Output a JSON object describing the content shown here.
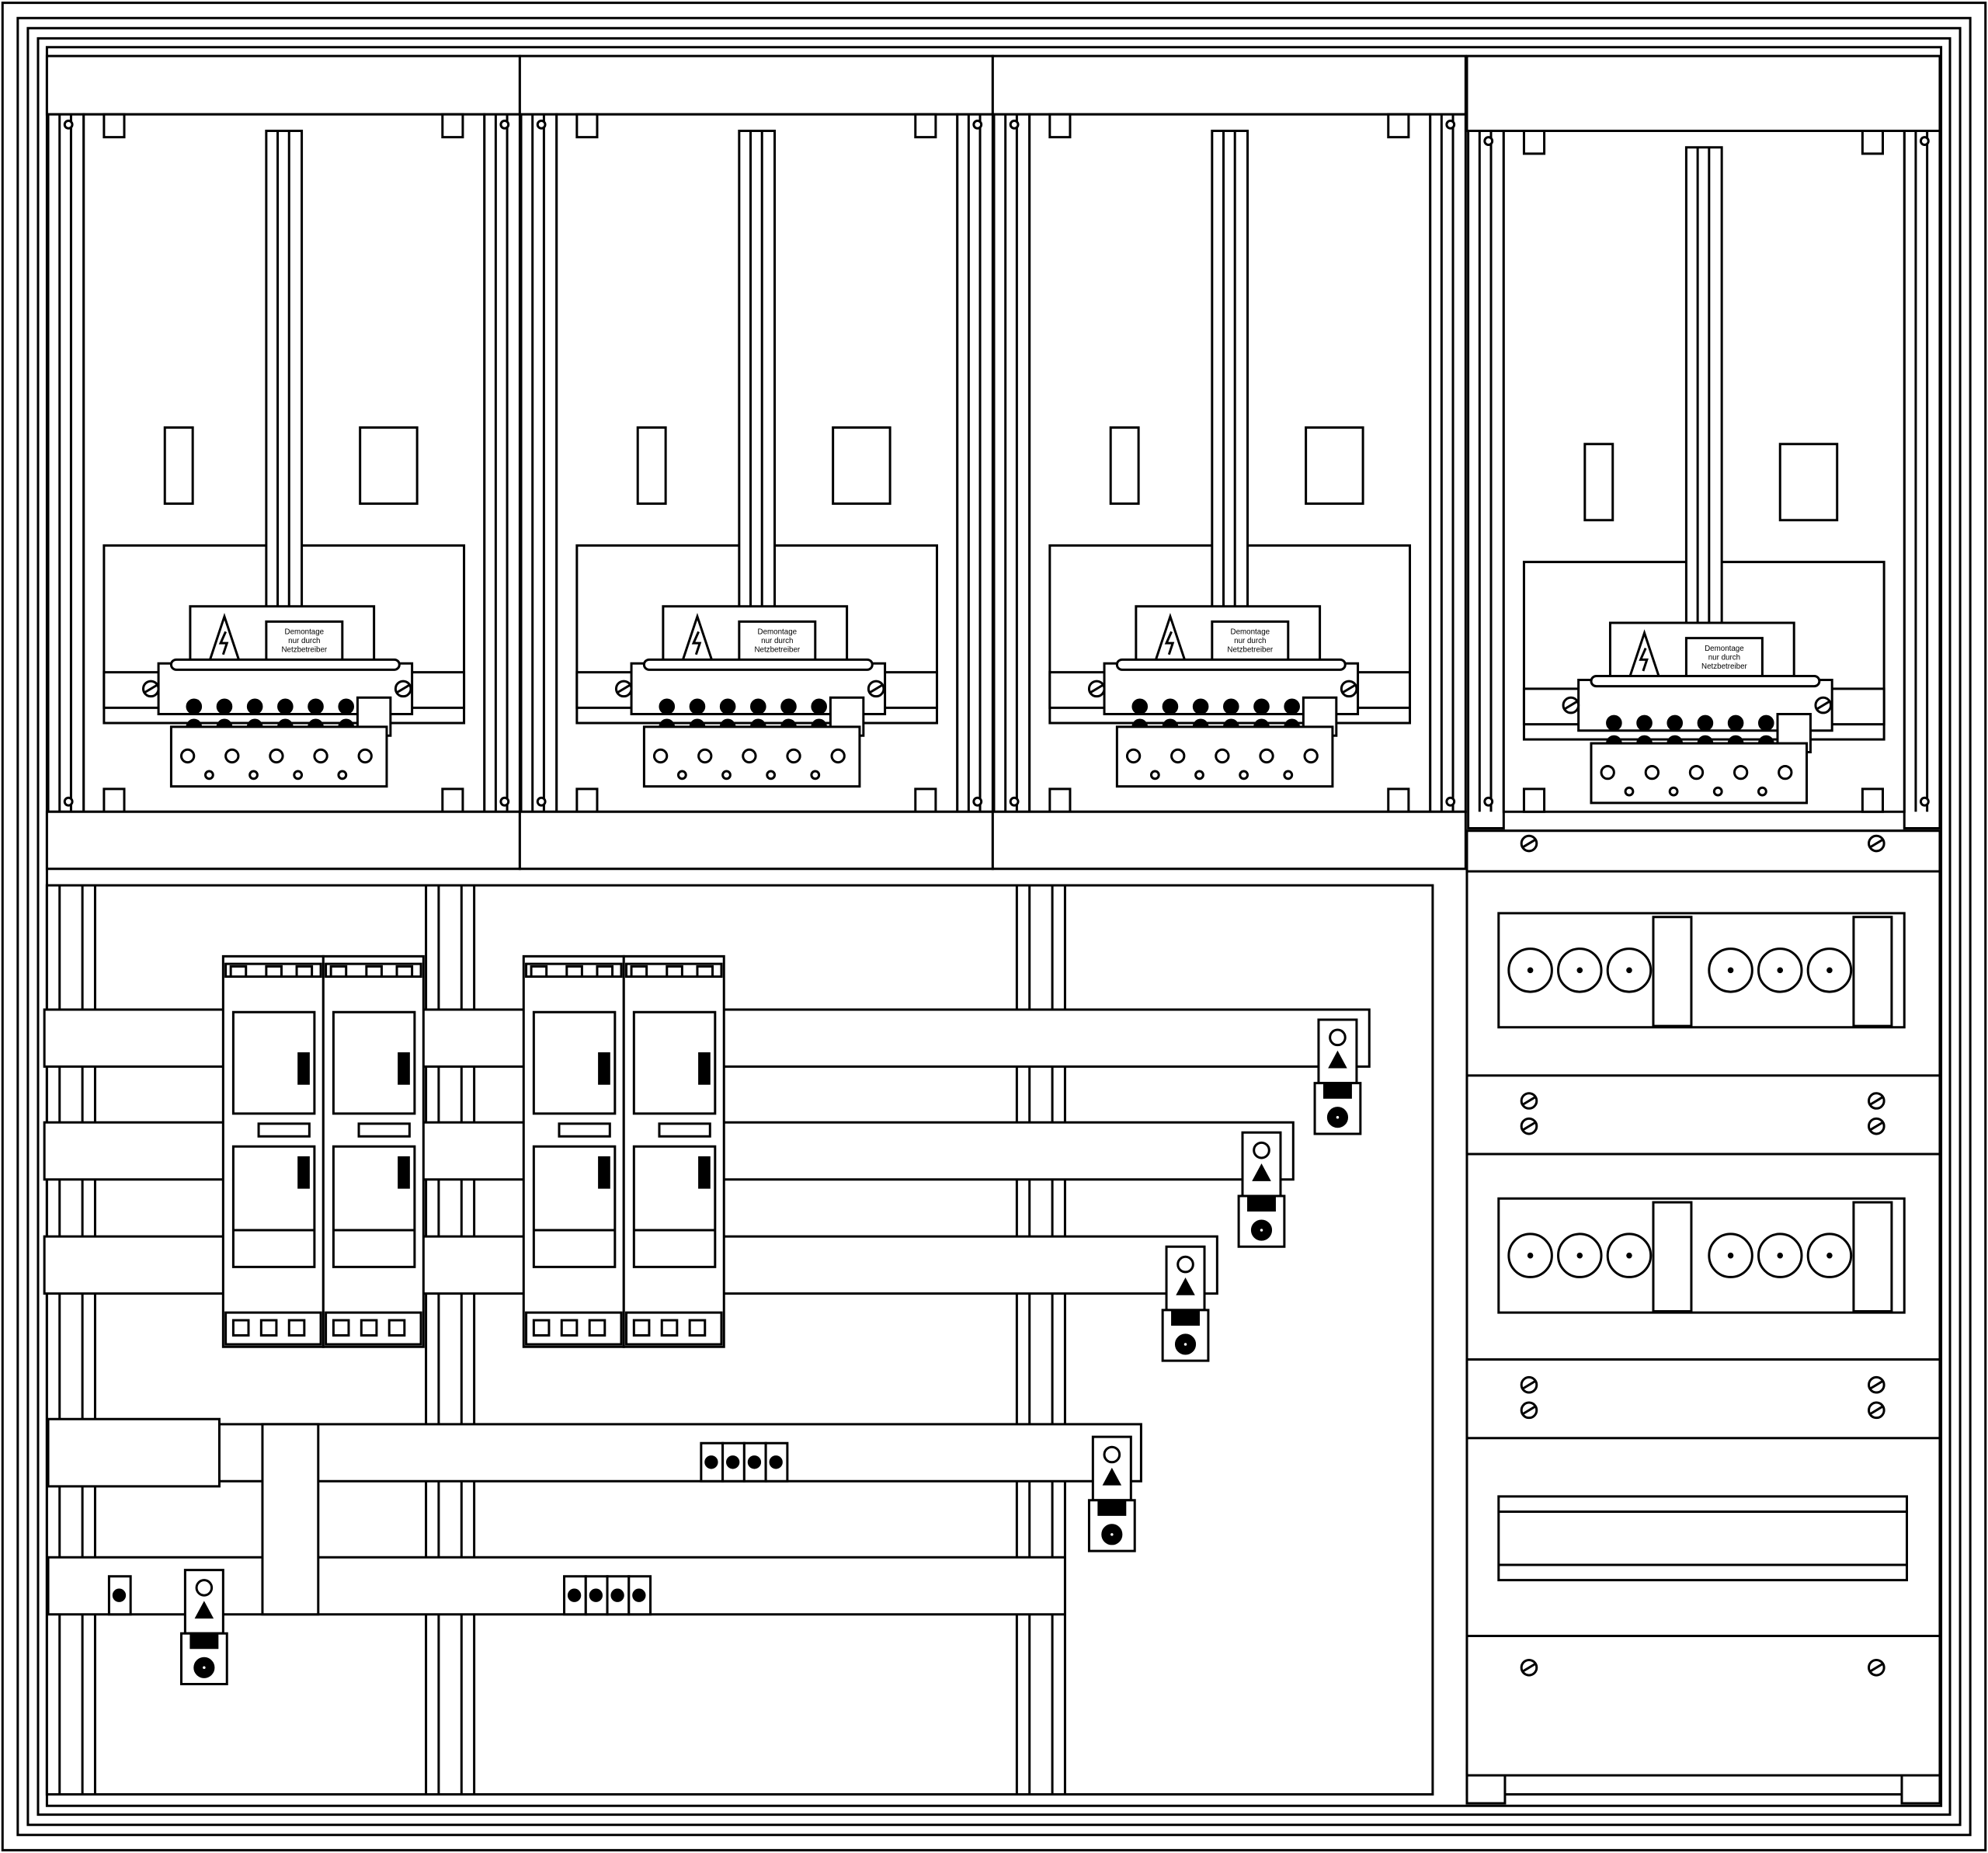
{
  "diagram": {
    "title": "Zählerschrank",
    "meter_bays": [
      {
        "label_lines": [
          "Demontage",
          "nur durch",
          "Netzbetreiber"
        ]
      },
      {
        "label_lines": [
          "Demontage",
          "nur durch",
          "Netzbetreiber"
        ]
      },
      {
        "label_lines": [
          "Demontage",
          "nur durch",
          "Netzbetreiber"
        ]
      },
      {
        "label_lines": [
          "Demontage",
          "nur durch",
          "Netzbetreiber"
        ]
      }
    ],
    "icons": [
      "high-voltage-warning-icon",
      "screw-icon",
      "cable-lug-icon"
    ],
    "colors": {
      "line": "#000000",
      "background": "#ffffff"
    }
  }
}
